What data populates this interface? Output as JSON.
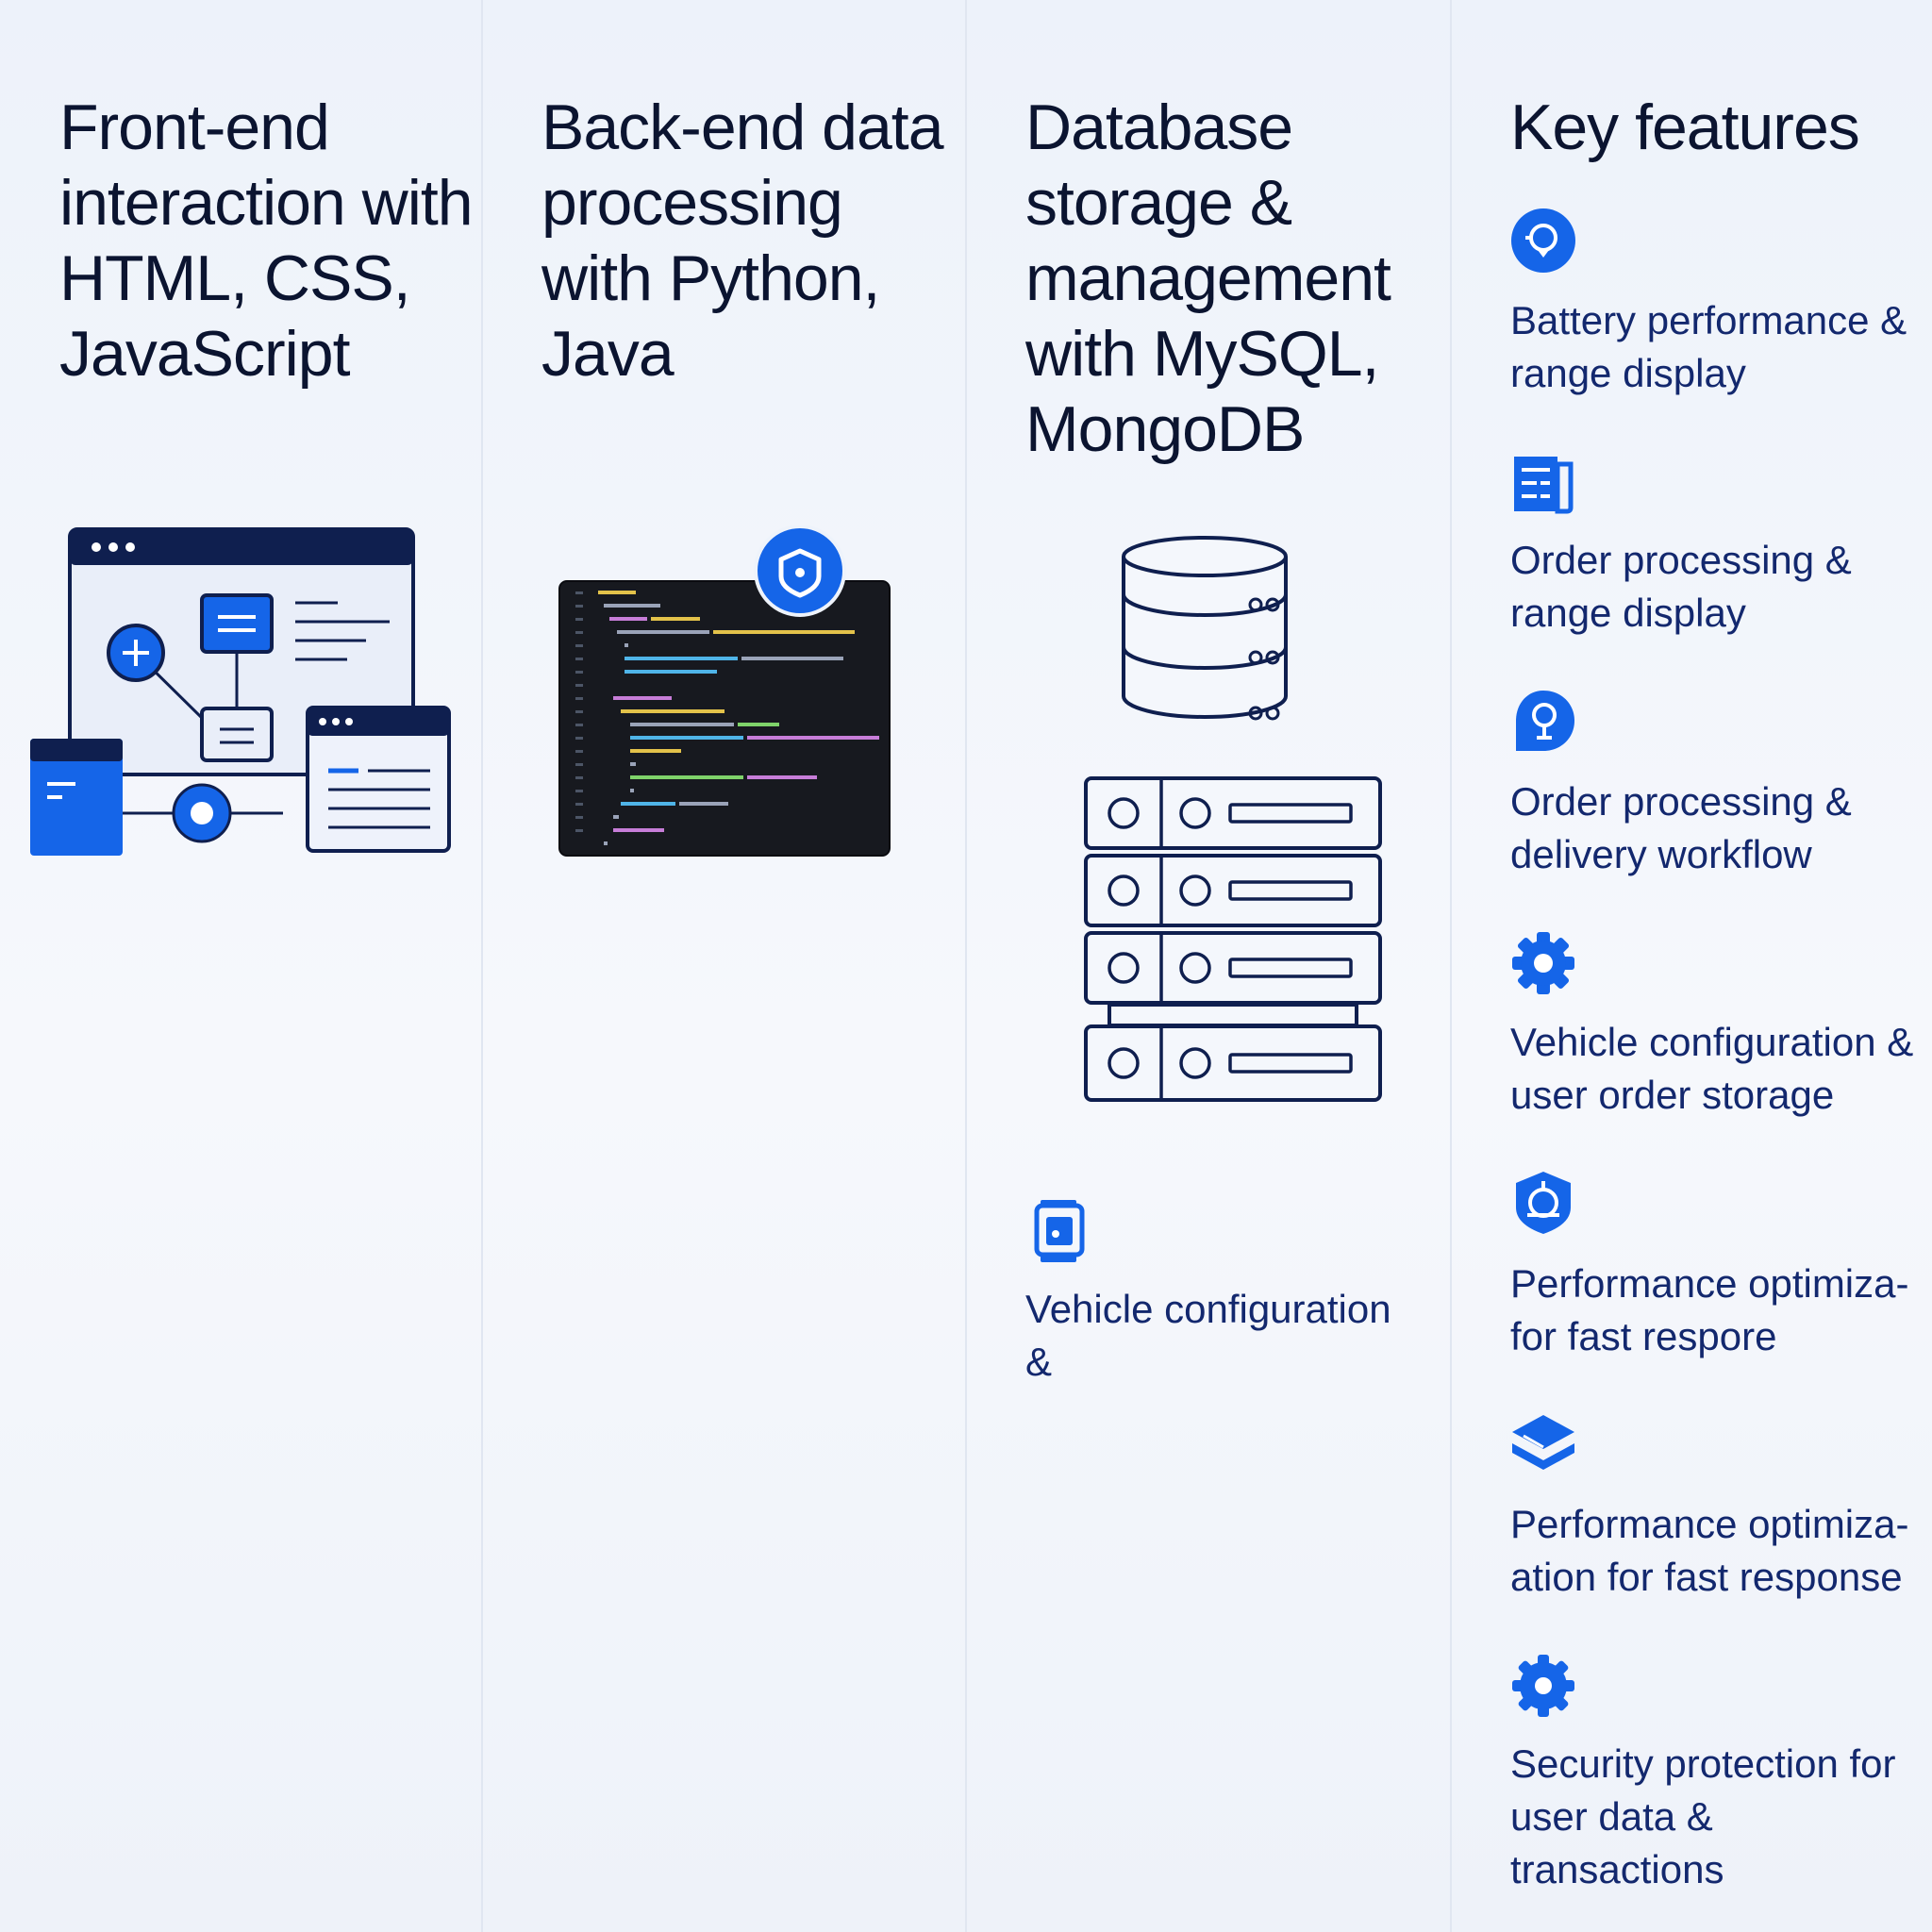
{
  "columns": [
    {
      "heading": "Front-end interaction with HTML, CSS, JavaScript"
    },
    {
      "heading": "Back-end data processing with Python, Java"
    },
    {
      "heading": "Database storage & management with MySQL, MongoDB"
    },
    {
      "heading": "Key features"
    }
  ],
  "database_extra": {
    "icon": "tablet-icon",
    "text": "Vehicle configuration &"
  },
  "features": [
    {
      "icon": "pin-badge-icon",
      "text": "Battery performance & range display"
    },
    {
      "icon": "document-icon",
      "text": "Order processing & range display"
    },
    {
      "icon": "lightbulb-icon",
      "text": "Order processing & delivery workflow"
    },
    {
      "icon": "gear-icon",
      "text": "Vehicle configuration & user order storage"
    },
    {
      "icon": "shield-target-icon",
      "text": "Performance optimiza- for fast respore"
    },
    {
      "icon": "layers-icon",
      "text": "Performance optimiza- ation for fast response"
    },
    {
      "icon": "settings-cog-icon",
      "text": "Security protection for user data & transactions"
    }
  ],
  "colors": {
    "accent": "#1565e8",
    "navy": "#0f1f4f",
    "heading": "#0b1430",
    "feature_text": "#13286e",
    "code_bg": "#17191f"
  }
}
